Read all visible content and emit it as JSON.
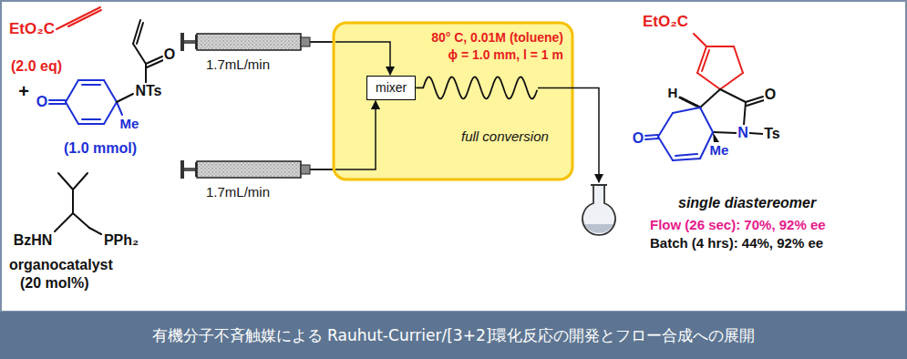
{
  "diagram": {
    "caption": "有機分子不斉触媒による Rauhut-Currier/[3+2]環化反応の開発とフロー合成への展開",
    "nodes": [
      {
        "text": [
          "80° C, 0.01M (toluene)",
          "ϕ = 1.0 mm, l = 1 m",
          "full conversion"
        ]
      },
      {
        "text": [
          "mixer"
        ],
        "in": 0
      }
    ],
    "labels": [
      "EtO₂C",
      "(2.0 eq)",
      "+",
      "O",
      "NTs",
      "O",
      "Me",
      "(1.0 mmol)",
      "1.7mL/min",
      "BzHN",
      "PPh₂",
      "organocatalyst",
      "(20 mol%)",
      "1.7mL/min",
      "EtO₂C",
      "H",
      "O",
      "O",
      "N",
      "Ts",
      "Me",
      "single diastereomer",
      "Flow (26 sec): 70%, 92% ee",
      "Batch (4 hrs): 44%, 92% ee"
    ]
  }
}
